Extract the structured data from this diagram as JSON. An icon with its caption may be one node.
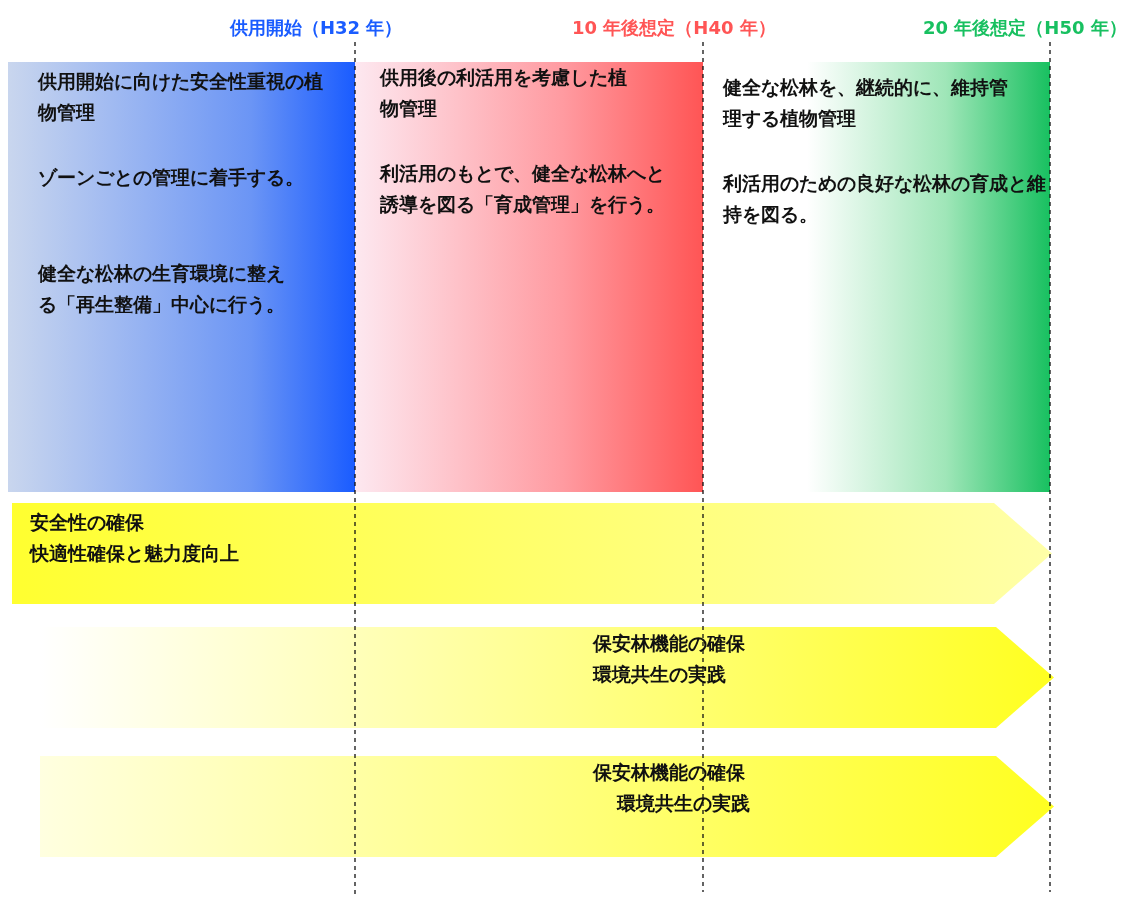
{
  "diagram": {
    "nodes": [
      {
        "text": [
          "供用開始に向けた安全性重視の植物管理",
          "ゾーンごとの管理に着手する。",
          "健全な松林の生育環境に整える「再生整備」中心に行う。"
        ]
      },
      {
        "text": [
          "供用後の利活用を考慮した植物管理",
          "利活用のもとで、健全な松林へと誘導を図る「育成管理」を行う。"
        ]
      },
      {
        "text": [
          "健全な松林を、継続的に、維持管理する植物管理",
          "利活用のための良好な松林の育成と維持を図る。"
        ]
      },
      {
        "text": [
          "安全性の確保",
          "快適性確保と魅力度向上"
        ]
      },
      {
        "text": [
          "保安林機能の確保",
          "環境共生の実践"
        ]
      },
      {
        "text": [
          "保安林機能の確保",
          "環境共生の実践"
        ]
      }
    ],
    "labels": [
      "供用開始（H32 年）",
      "10 年後想定（H40 年）",
      "20 年後想定（H50 年）"
    ]
  }
}
